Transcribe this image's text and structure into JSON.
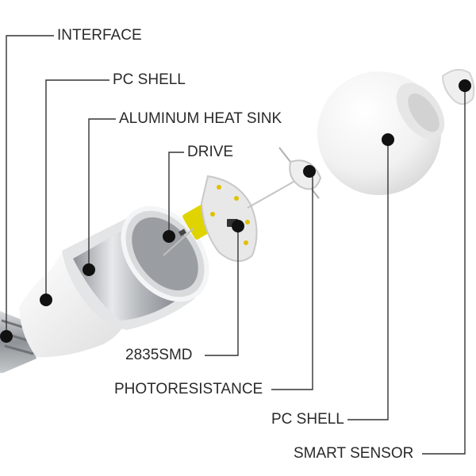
{
  "labels": {
    "interface": "INTERFACE",
    "pc_shell_top": "PC SHELL",
    "aluminum_heat_sink": "ALUMINUM HEAT SINK",
    "drive": "DRIVE",
    "smd": "2835SMD",
    "photoresistance": "PHOTORESISTANCE",
    "pc_shell_bottom": "PC SHELL",
    "smart_sensor": "SMART SENSOR"
  },
  "colors": {
    "leader_line": "#333333",
    "marker_dot": "#111111",
    "label_text": "#2a2a2a",
    "aluminum": "#b9bcc0",
    "pc_shell_white": "#f4f4f4",
    "circuit_board": "#e6e6e6",
    "led_chip": "#e0d400"
  }
}
